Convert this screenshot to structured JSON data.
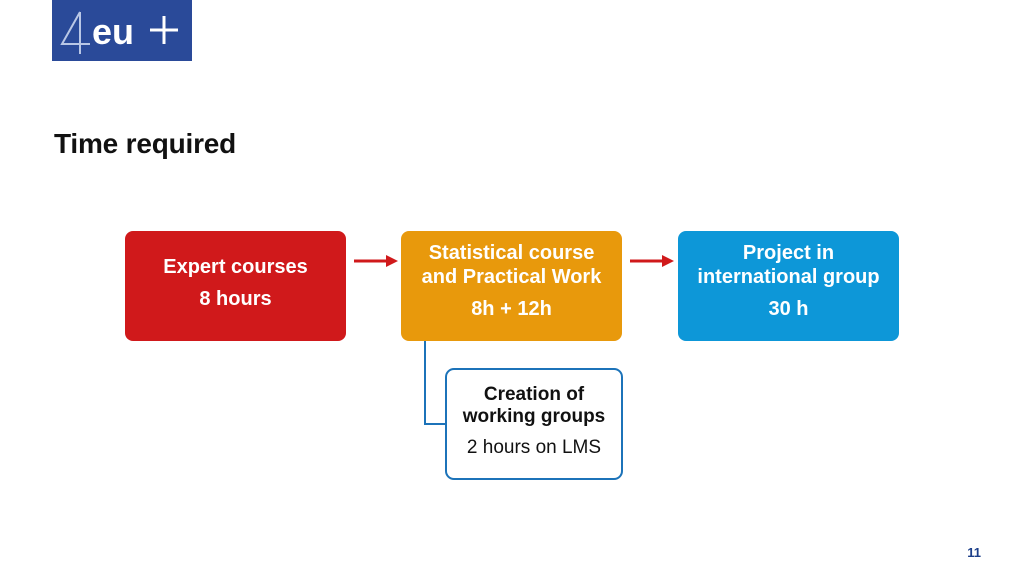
{
  "logo": {
    "text": "4eu+",
    "bg_color": "#2a4a99"
  },
  "title": "Time required",
  "boxes": {
    "expert": {
      "line1": "Expert courses",
      "value": "8 hours",
      "color": "#d0191b"
    },
    "statistical": {
      "line1": "Statistical course",
      "line2": "and Practical Work",
      "value": "8h + 12h",
      "color": "#e8990c"
    },
    "project": {
      "line1": "Project in",
      "line2": "international group",
      "value": "30 h",
      "color": "#0d97d8"
    },
    "groups": {
      "line1": "Creation of",
      "line2": "working groups",
      "value": "2 hours on LMS",
      "border_color": "#1c73b9"
    }
  },
  "arrows_color": "#d0191b",
  "page_number": "11"
}
